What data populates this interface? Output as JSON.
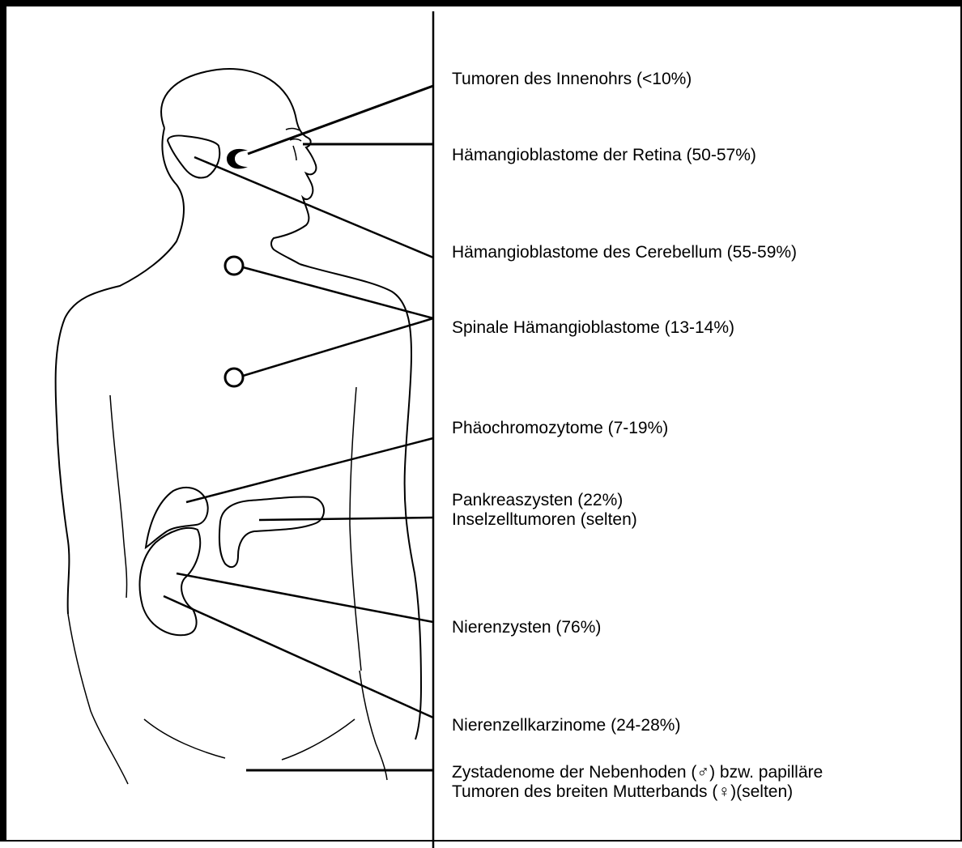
{
  "labels": {
    "inner_ear": "Tumoren des Innenohrs (<10%)",
    "retina": "Hämangioblastome der Retina (50-57%)",
    "cerebellum": "Hämangioblastome des Cerebellum (55-59%)",
    "spinal": "Spinale Hämangioblastome (13-14%)",
    "pheo": "Phäochromozytome (7-19%)",
    "pancreas_1": "Pankreaszysten (22%)",
    "pancreas_2": "Inselzelltumoren (selten)",
    "kidney_cysts": "Nierenzysten (76%)",
    "rcc": "Nierenzellkarzinome (24-28%)",
    "cystadenoma_1": "Zystadenome der Nebenhoden (♂) bzw. papilläre",
    "cystadenoma_2": "Tumoren des breiten Mutterbands (♀)(selten)"
  }
}
